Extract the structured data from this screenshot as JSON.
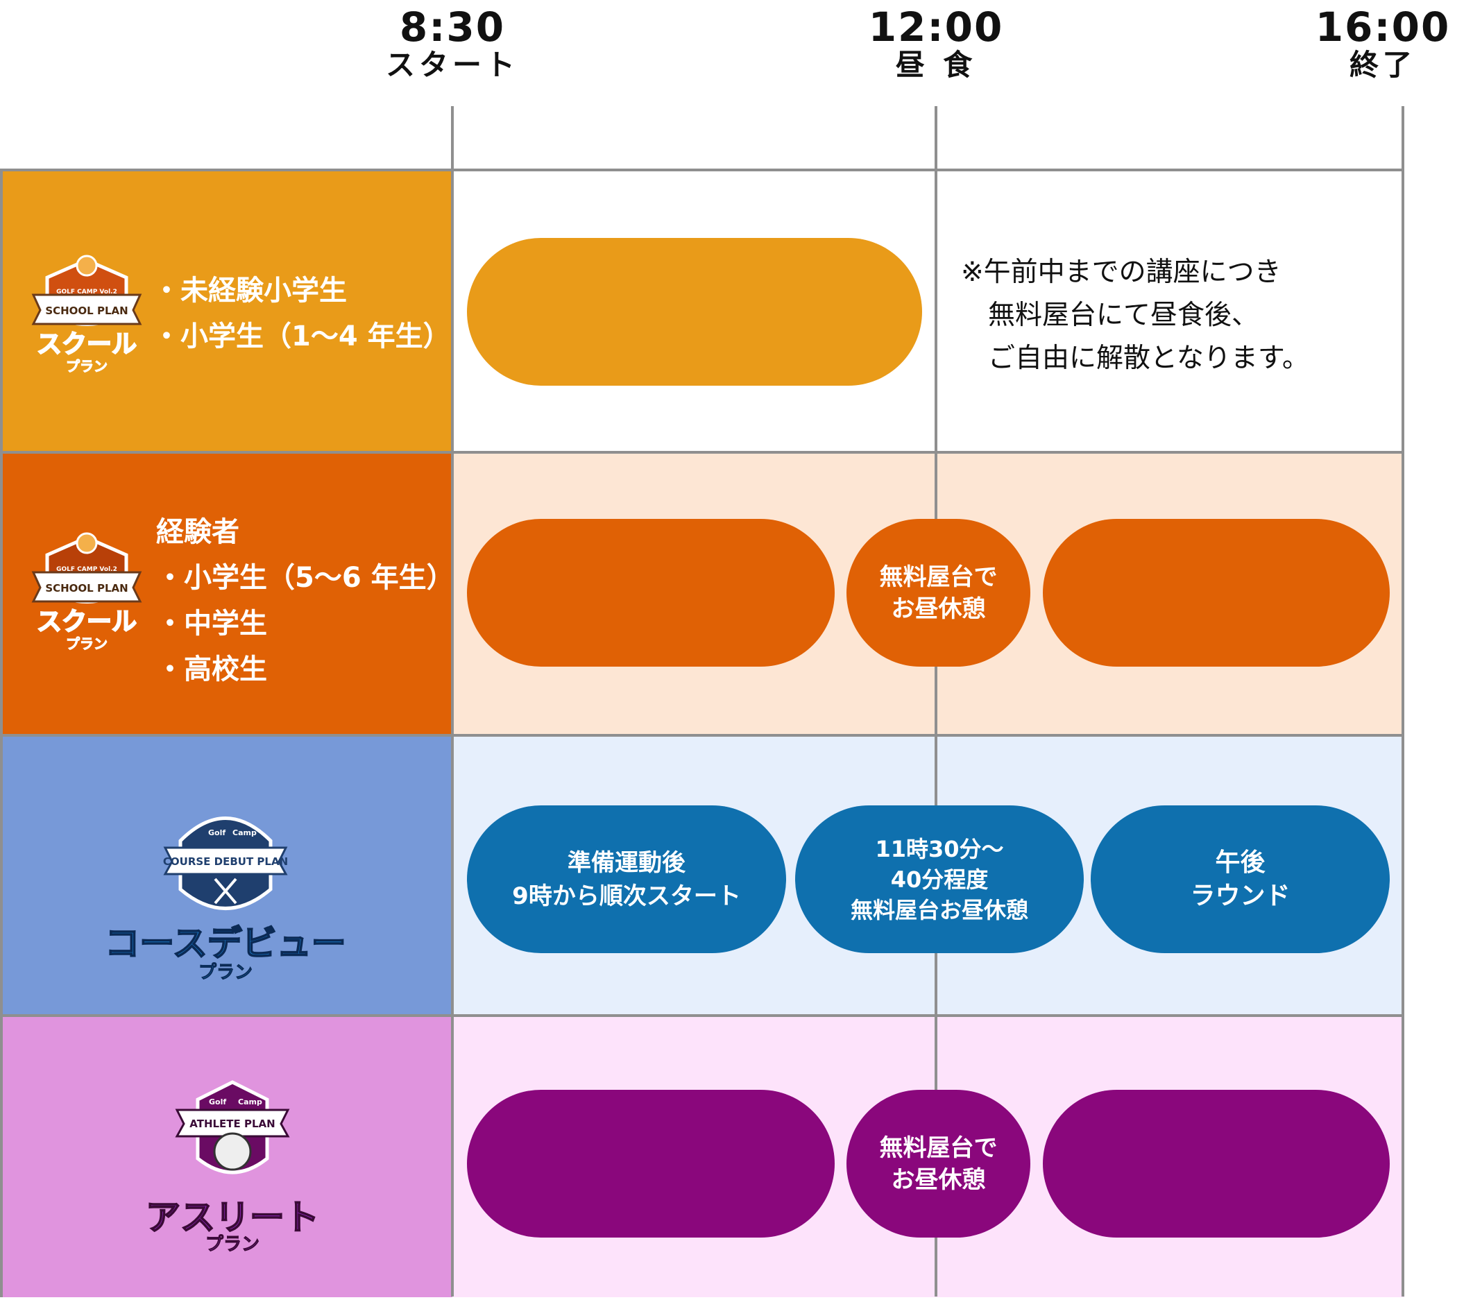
{
  "times": [
    {
      "time": "8:30",
      "label": "スタート"
    },
    {
      "time": "12:00",
      "label": "昼 食"
    },
    {
      "time": "16:00",
      "label": "終了"
    }
  ],
  "colors": {
    "school_label": "#e99b19",
    "school_exp_label": "#e06105",
    "course_label": "#7799d8",
    "athlete_label": "#e094de",
    "school_body": "#ffffff",
    "school_exp_body": "#fde6d4",
    "course_body": "#e6effc",
    "athlete_body": "#fde3fb",
    "school_pill": "#e99b19",
    "school_exp_pill": "#e06105",
    "course_pill": "#0f70ae",
    "athlete_pill": "#8a077c",
    "grid": "#8f8f8f"
  },
  "rows": {
    "school": {
      "logo": {
        "badge": "SCHOOL PLAN",
        "top": "GOLF CAMP Vol.2",
        "title": "スクール",
        "sub": "プラン"
      },
      "items": [
        "・未経験小学生",
        "・小学生（1〜4 年生）"
      ],
      "note": [
        "※午前中までの講座につき",
        "　無料屋台にて昼食後、",
        "　ご自由に解散となります。"
      ]
    },
    "school_exp": {
      "logo": {
        "badge": "SCHOOL PLAN",
        "top": "GOLF CAMP Vol.2",
        "title": "スクール",
        "sub": "プラン"
      },
      "items": [
        "経験者",
        "・小学生（5〜6 年生）",
        "・中学生",
        "・高校生"
      ],
      "lunch": [
        "無料屋台で",
        "お昼休憩"
      ]
    },
    "course": {
      "logo": {
        "badge": "COURSE DEBUT PLAN",
        "top_left": "Golf",
        "top_right": "Camp",
        "title": "コースデビュー",
        "sub": "プラン"
      },
      "morning": [
        "準備運動後",
        "9時から順次スタート"
      ],
      "lunch": [
        "11時30分〜",
        "40分程度",
        "無料屋台お昼休憩"
      ],
      "afternoon": [
        "午後",
        "ラウンド"
      ]
    },
    "athlete": {
      "logo": {
        "badge": "ATHLETE PLAN",
        "top_left": "Golf",
        "top_right": "Camp",
        "title": "アスリート",
        "sub": "プラン"
      },
      "lunch": [
        "無料屋台で",
        "お昼休憩"
      ]
    }
  }
}
